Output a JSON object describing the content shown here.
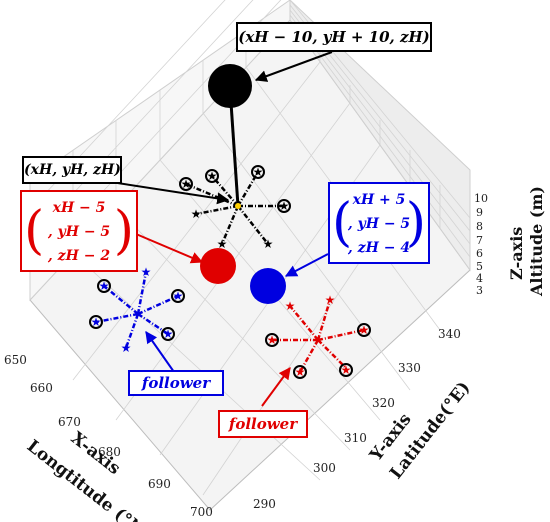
{
  "labels": {
    "top": "(xH − 10, yH + 10, zH)",
    "leader": "(xH, yH, zH)",
    "red_line1": "xH − 5",
    "red_line2": ", yH − 5",
    "red_line3": ", zH − 2",
    "blue_line1": "xH + 5",
    "blue_line2": ", yH − 5",
    "blue_line3": ", zH − 4",
    "follower_blue": "follower",
    "follower_red": "follower"
  },
  "axes": {
    "x_title": "X-axis",
    "x_subtitle": "Longtitude (°N)",
    "y_title": "Y-axis",
    "y_subtitle": "Latitude(°E)",
    "z_title": "Z-axis",
    "z_subtitle": "Altitude (m)",
    "x_ticks": [
      "650",
      "660",
      "670",
      "680",
      "690",
      "700"
    ],
    "y_ticks": [
      "290",
      "300",
      "310",
      "320",
      "330",
      "340"
    ],
    "z_ticks": [
      "3",
      "4",
      "5",
      "6",
      "7",
      "8",
      "9",
      "10"
    ]
  },
  "colors": {
    "leader": "#000000",
    "red": "#e00000",
    "blue": "#0000e0",
    "grid": "#d0d0d0"
  }
}
